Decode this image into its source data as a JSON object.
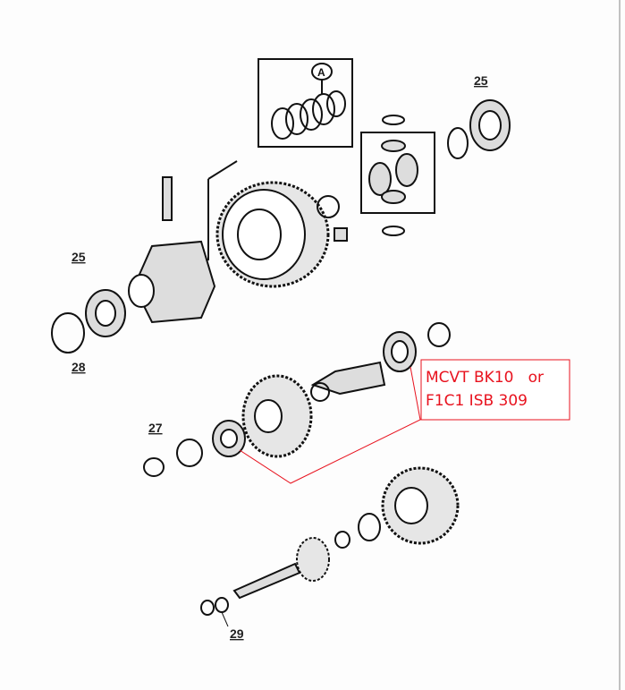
{
  "labels": {
    "callout_a": "A",
    "bearing_top_right": "25",
    "bearing_left": "25",
    "ring_28": "28",
    "ring_27": "27",
    "ring_29": "29"
  },
  "annotation": {
    "line1": "MCVT BK10   or",
    "line2": "F1C1 ISB 309",
    "color": "#e8121e"
  }
}
